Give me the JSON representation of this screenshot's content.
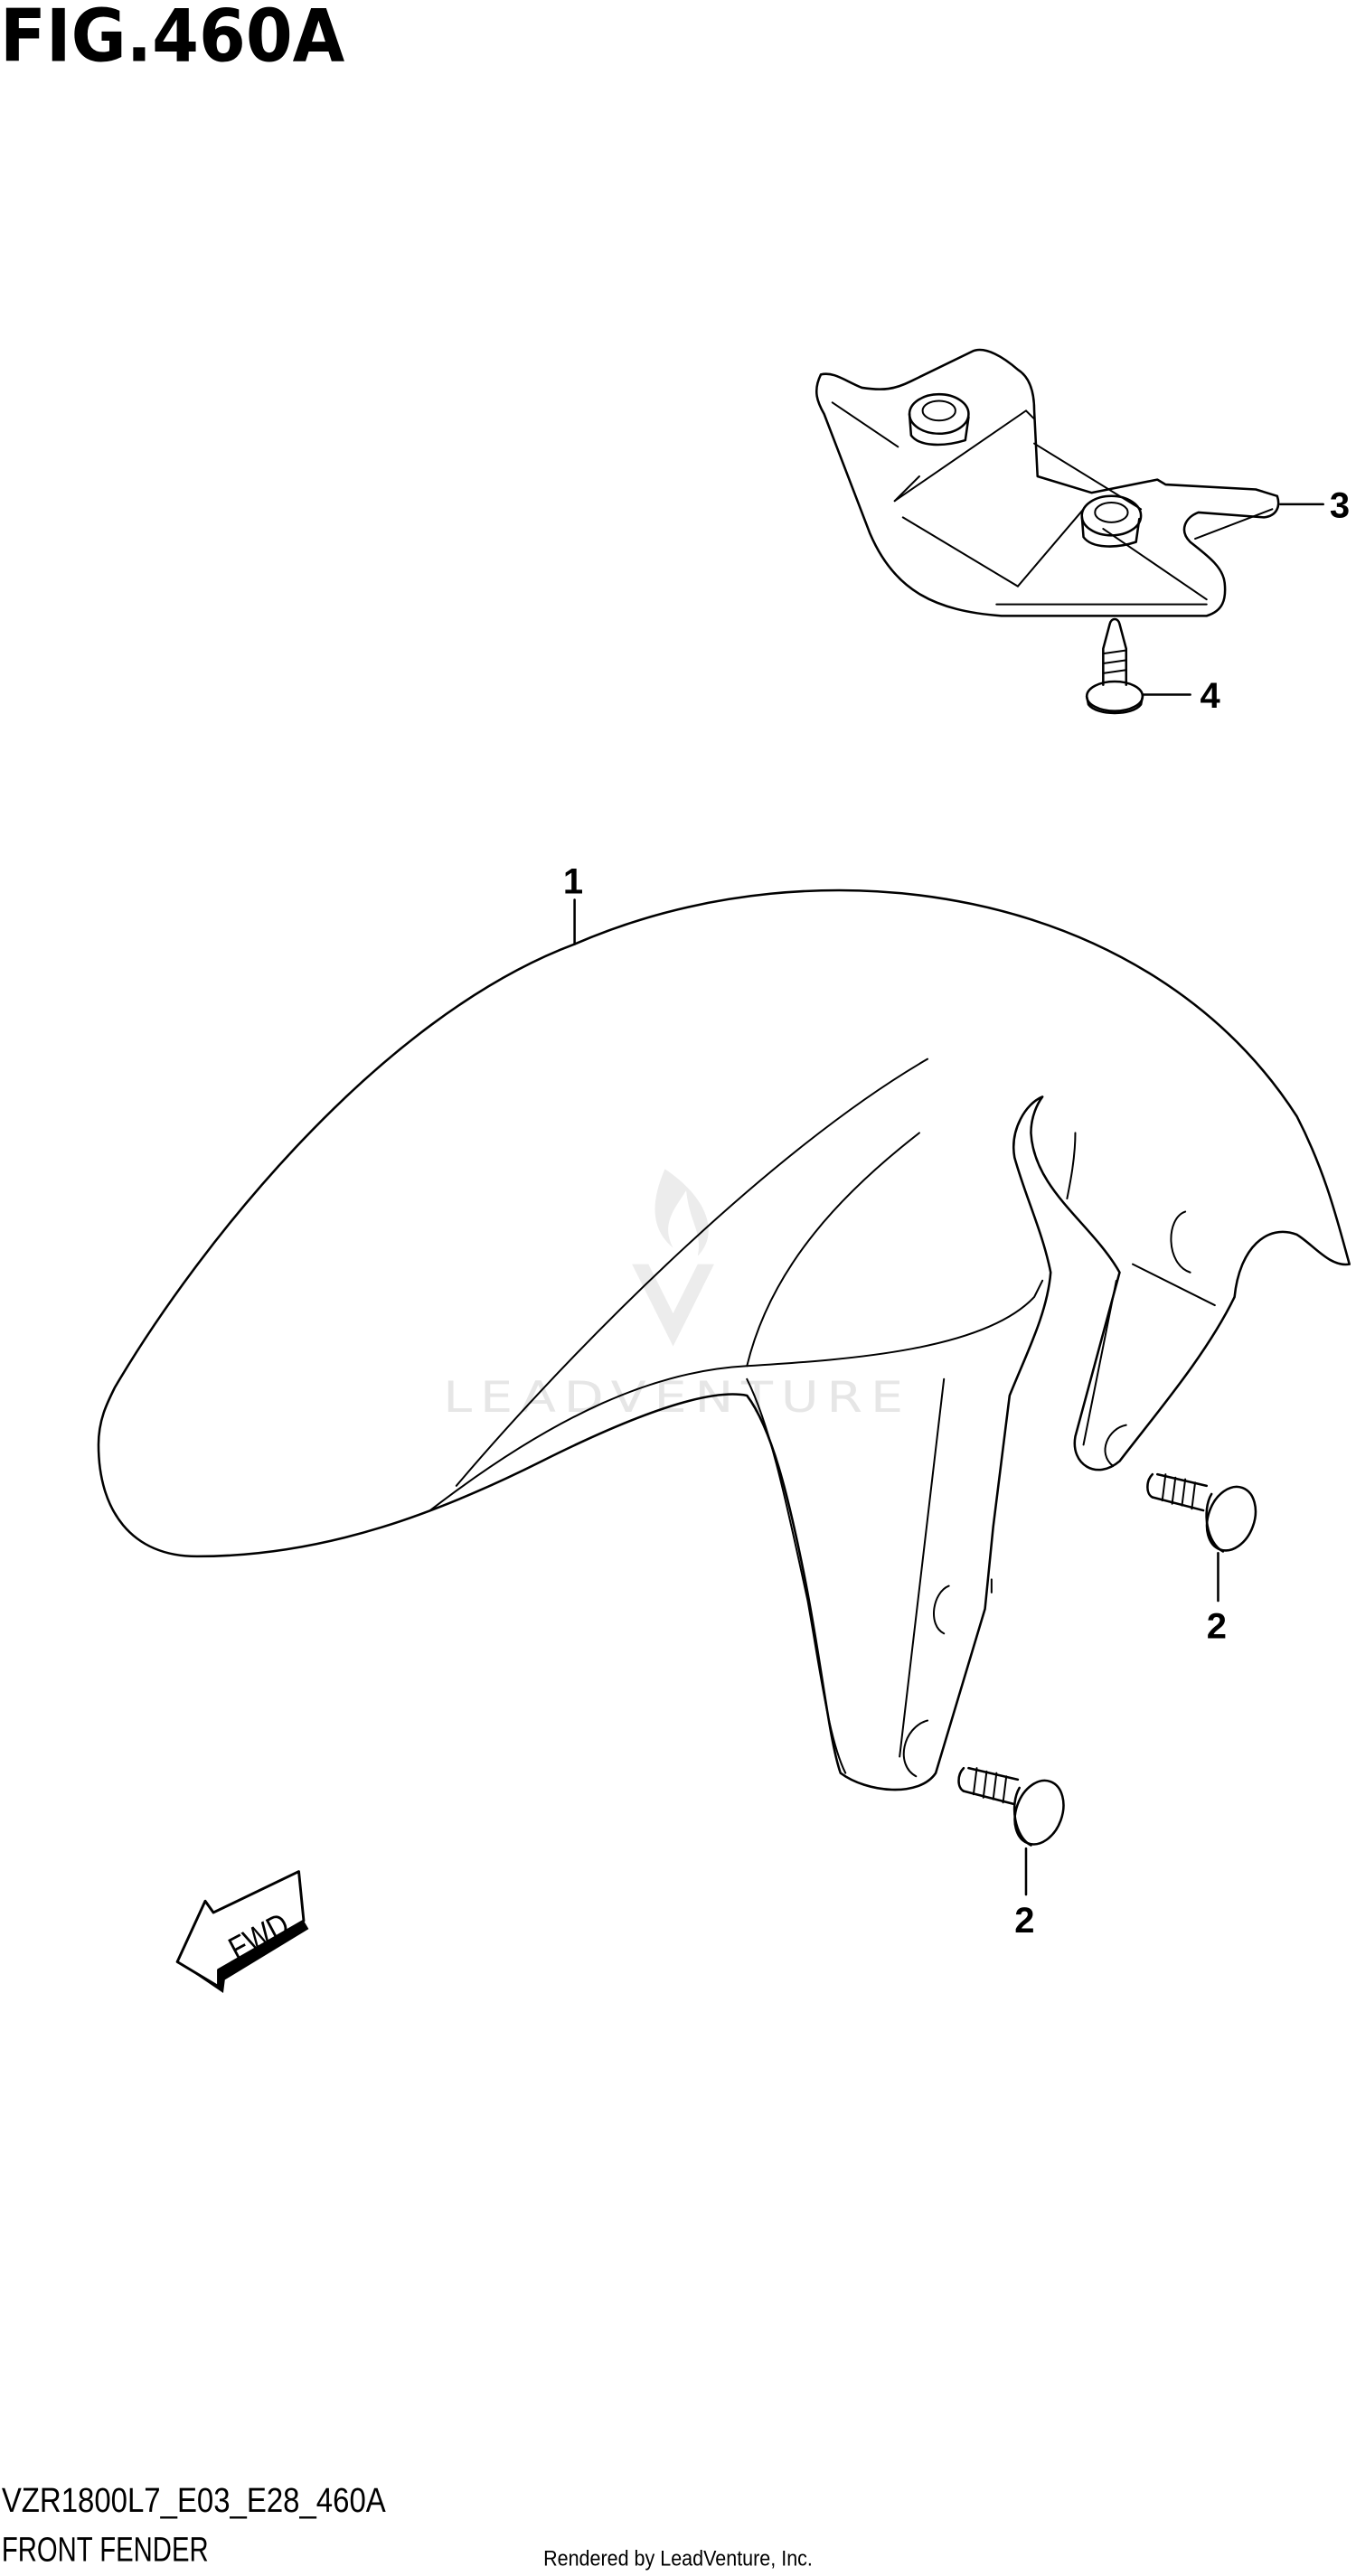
{
  "figure": {
    "title": "FIG.460A",
    "model_code": "VZR1800L7_E03_E28_460A",
    "section_name": "FRONT FENDER",
    "credit": "Rendered by LeadVenture, Inc.",
    "watermark": "LEADVENTURE"
  },
  "parts": [
    {
      "ref": "1",
      "part": "front-fender"
    },
    {
      "ref": "2",
      "part": "bolt"
    },
    {
      "ref": "2",
      "part": "bolt"
    },
    {
      "ref": "3",
      "part": "bracket"
    },
    {
      "ref": "4",
      "part": "screw"
    }
  ],
  "direction_arrow": {
    "label": "FWD"
  },
  "colors": {
    "line": "#000000",
    "background": "#ffffff",
    "watermark": "#e6e6e6"
  }
}
